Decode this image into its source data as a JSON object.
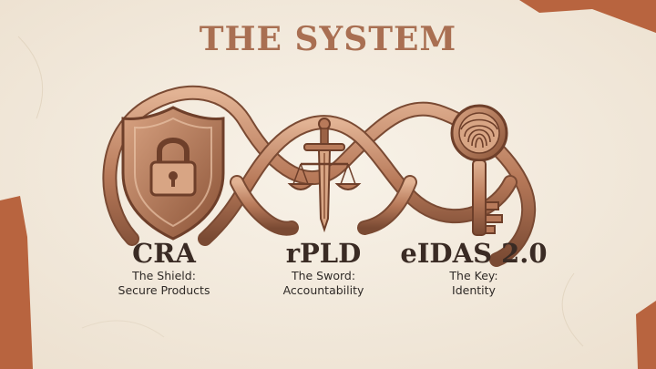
{
  "slide": {
    "title": "THE SYSTEM",
    "pillars": [
      {
        "name": "CRA",
        "line1": "The Shield:",
        "line2": "Secure Products",
        "icon": "shield-lock-icon"
      },
      {
        "name": "rPLD",
        "line1": "The Sword:",
        "line2": "Accountability",
        "icon": "sword-scales-icon"
      },
      {
        "name": "eIDAS 2.0",
        "line1": "The Key:",
        "line2": "Identity",
        "icon": "fingerprint-key-icon"
      }
    ]
  },
  "colors": {
    "frame": "#b8643f",
    "parchment": "#f4ece0",
    "copper": "#b87a5a",
    "copper_dark": "#7a4a33",
    "title": "#a96f52"
  }
}
